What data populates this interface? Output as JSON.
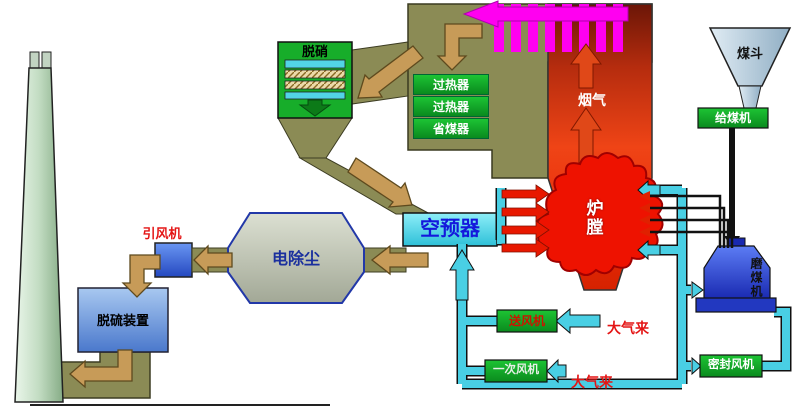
{
  "diagram": {
    "type": "coal-fired power plant boiler flow diagram"
  },
  "labels": {
    "scr": "脱硝",
    "superheater_1": "过热器",
    "superheater_2": "过热器",
    "economizer": "省煤器",
    "flue_gas": "烟气",
    "furnace": "炉膛",
    "coal_hopper": "煤斗",
    "coal_feeder": "给煤机",
    "coal_mill": "磨煤机",
    "air_preheater": "空预器",
    "esp": "电除尘",
    "id_fan": "引风机",
    "fgd": "脱硫装置",
    "fd_fan": "送风机",
    "air_in_1": "大气来",
    "pa_fan": "一次风机",
    "air_in_2": "大气来",
    "seal_fan": "密封风机"
  },
  "colors": {
    "duct_khaki": "#8b8b55",
    "flow_arrow_tan": "#c79b58",
    "furnace_red": "#ef4416",
    "cloud_red": "#ee1200",
    "pipe_cyan": "#49cfe4",
    "equipment_green": "#0fa326",
    "magenta_tubes": "#ff00f0",
    "fan_blue": "#3a6ae0",
    "text_red": "#e41414",
    "text_blue": "#1418dc"
  }
}
